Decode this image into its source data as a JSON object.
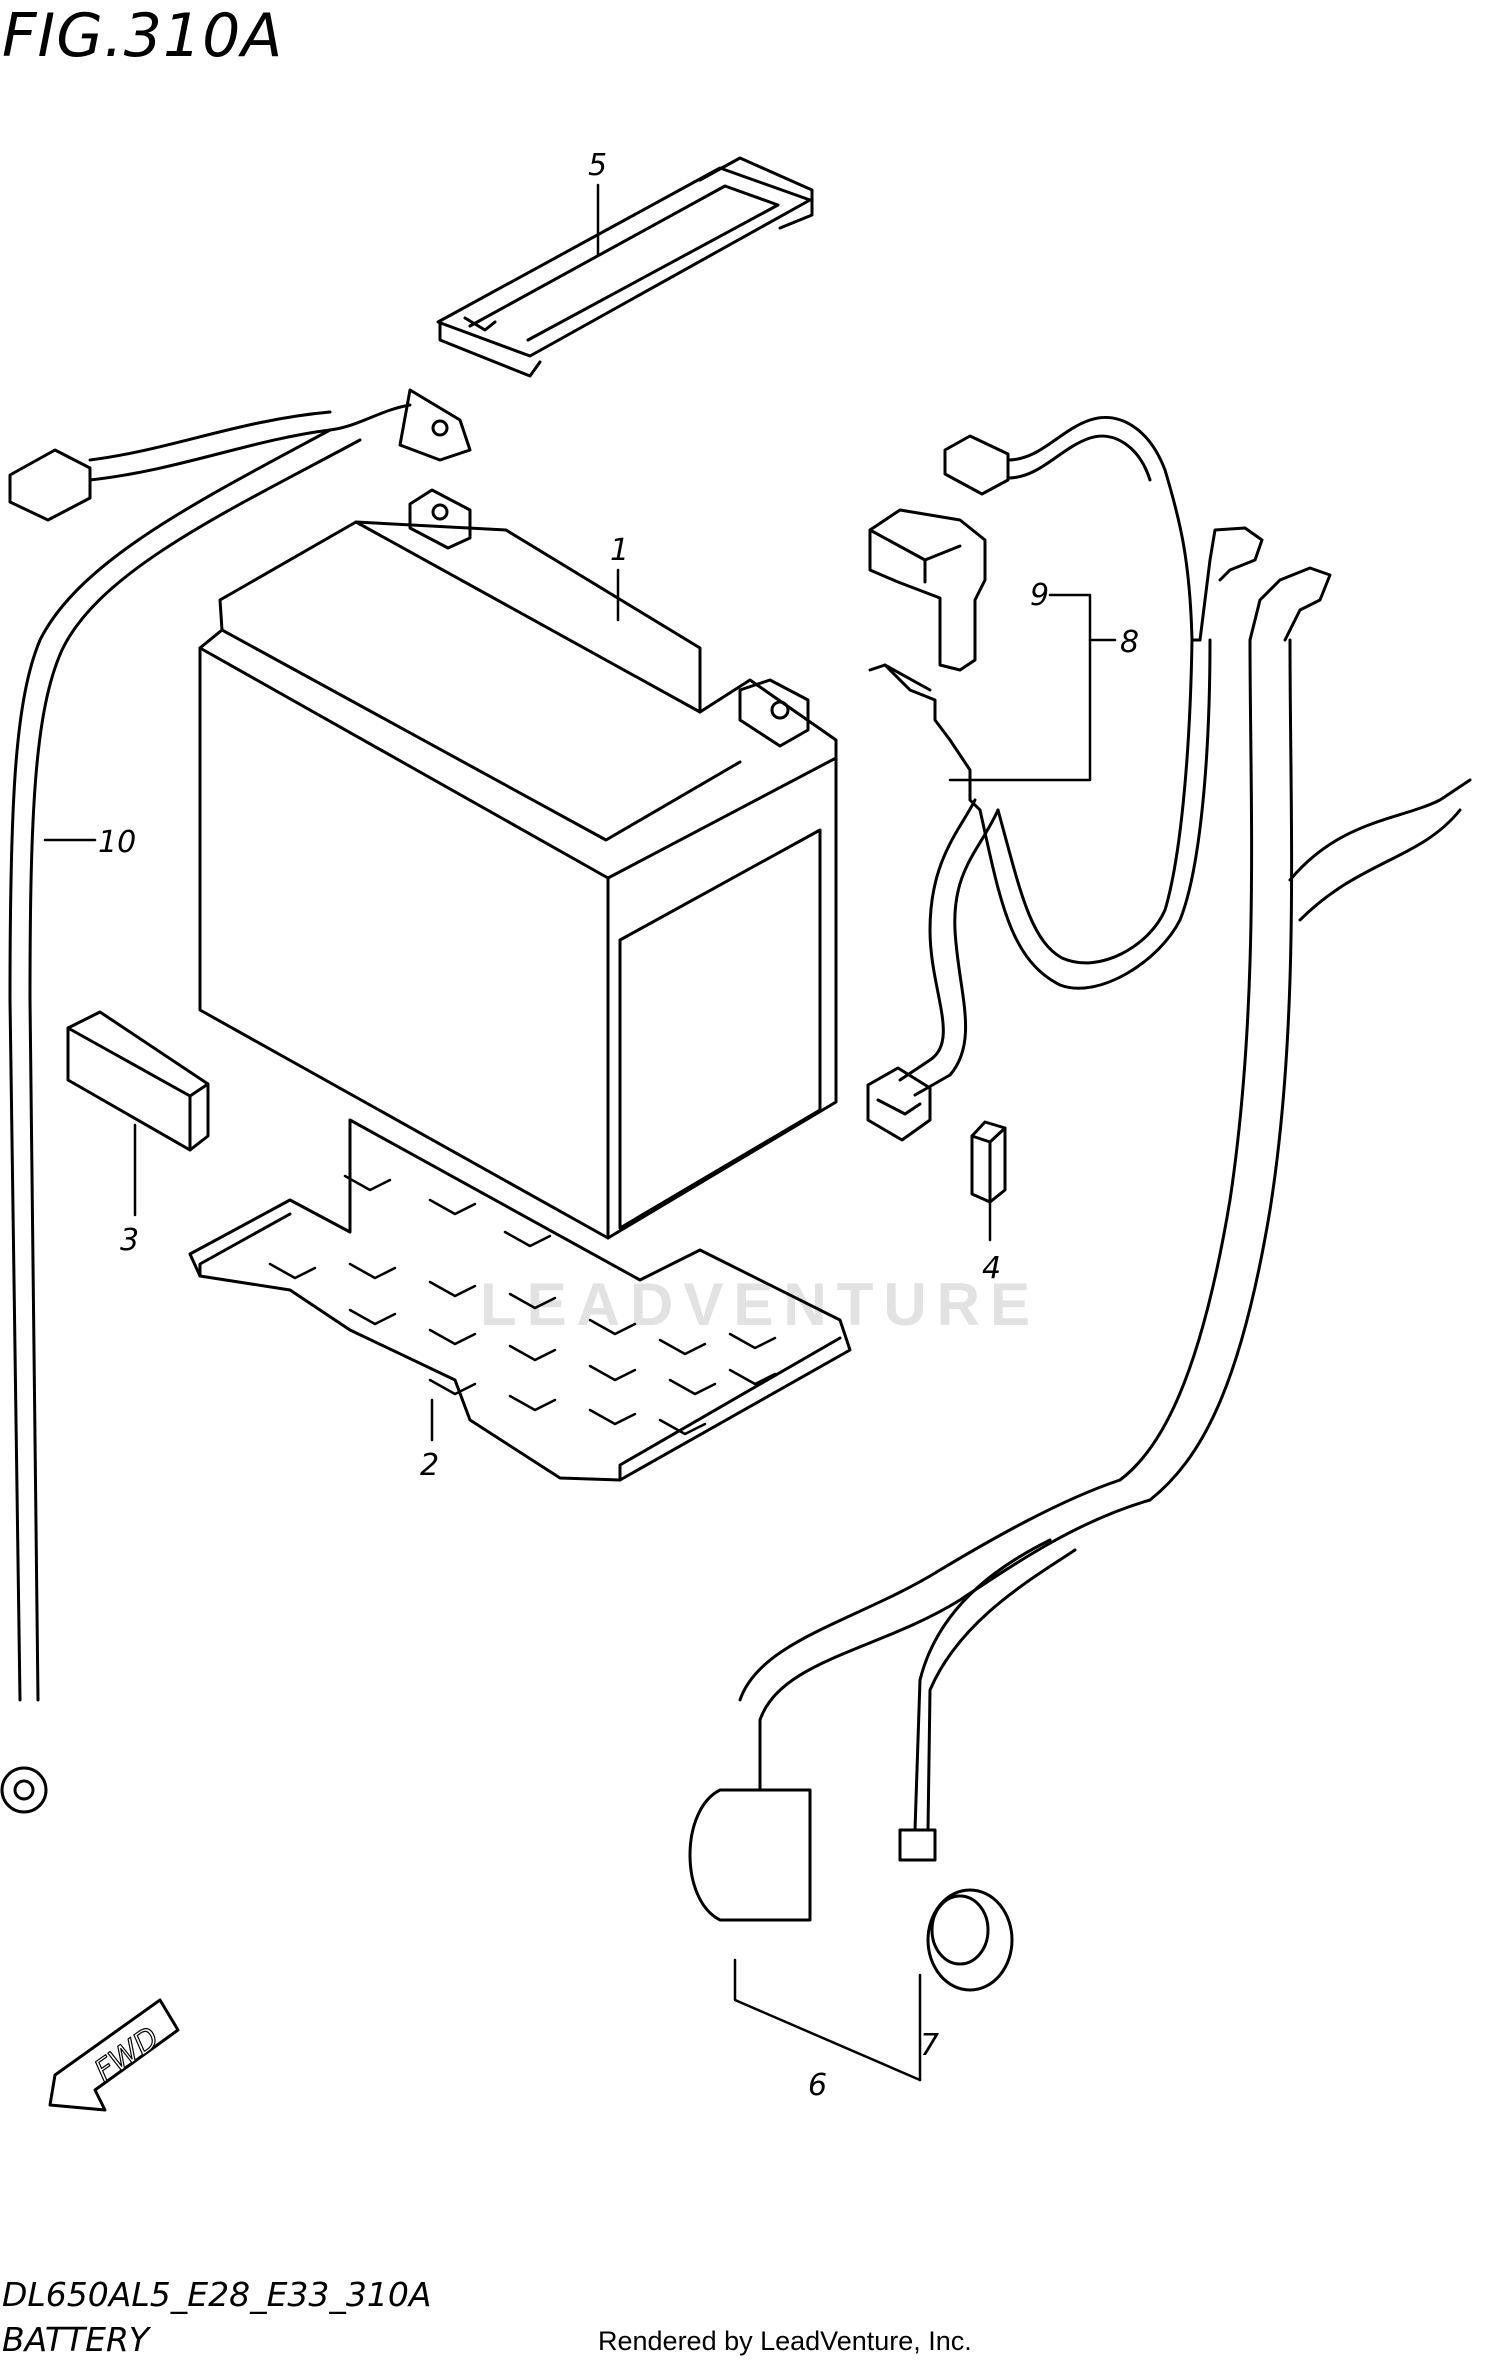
{
  "figure": {
    "title": "FIG.310A",
    "code": "DL650AL5_E28_E33_310A",
    "name": "BATTERY",
    "fwd_label": "FWD"
  },
  "callouts": [
    "1",
    "2",
    "3",
    "4",
    "5",
    "6",
    "7",
    "8",
    "9",
    "10"
  ],
  "watermark": "LEADVENTURE",
  "footer": {
    "rendered_by": "Rendered by LeadVenture, Inc."
  }
}
